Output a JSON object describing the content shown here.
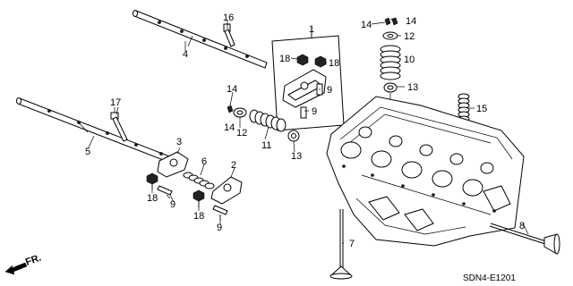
{
  "diagram": {
    "drawing_code": "SDN4-E1201",
    "direction_label": "FR.",
    "callouts": [
      "1",
      "2",
      "3",
      "4",
      "5",
      "6",
      "7",
      "8",
      "9",
      "9",
      "9",
      "9",
      "10",
      "11",
      "12",
      "12",
      "13",
      "13",
      "14",
      "14",
      "14",
      "14",
      "15",
      "16",
      "17",
      "18",
      "18",
      "18",
      "18"
    ]
  }
}
